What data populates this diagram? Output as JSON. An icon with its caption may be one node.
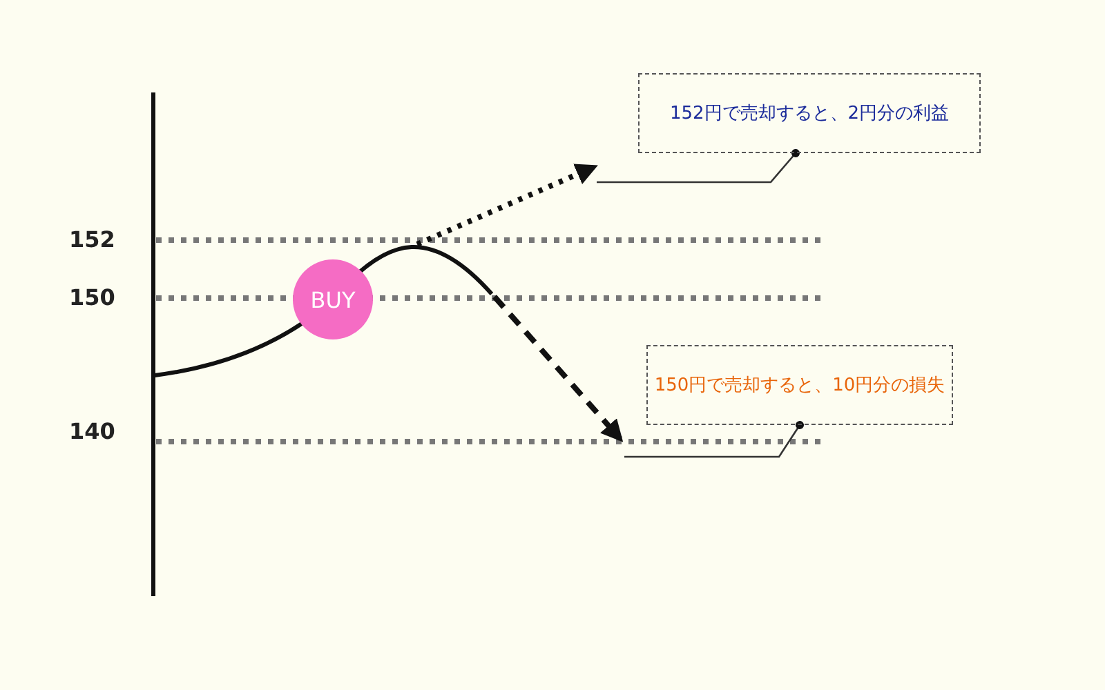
{
  "diagram": {
    "nodes": [
      {
        "text": [
          "152円で売却すると、2円分の利益"
        ]
      },
      {
        "text": [
          "BUY"
        ]
      },
      {
        "text": [
          "150円で売却すると、10円分の損失"
        ]
      }
    ],
    "edges": [
      {
        "from": 0,
        "to": null,
        "arrow": "other"
      },
      {
        "from": 2,
        "to": null,
        "arrow": "other"
      }
    ],
    "labels": [
      "152",
      "150",
      "140"
    ]
  }
}
